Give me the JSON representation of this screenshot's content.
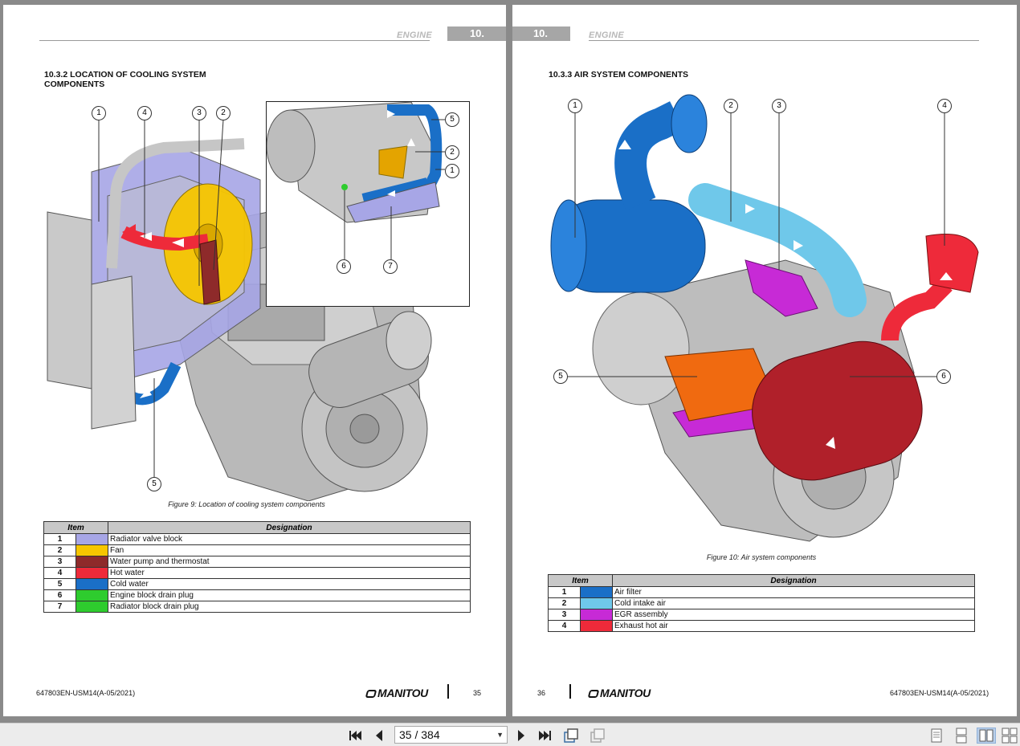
{
  "left_page": {
    "header_title": "ENGINE",
    "header_tab": "10.",
    "section_title_line1": "10.3.2 LOCATION OF COOLING SYSTEM",
    "section_title_line2": "COMPONENTS",
    "figure_caption": "Figure 9: Location of cooling system components",
    "callouts": [
      "1",
      "4",
      "3",
      "2",
      "5"
    ],
    "inset_callouts": [
      "5",
      "2",
      "1",
      "6",
      "7"
    ],
    "table": {
      "headers": [
        "Item",
        "Designation"
      ],
      "rows": [
        {
          "item": "1",
          "color": "#a7a6e6",
          "designation": "Radiator valve block"
        },
        {
          "item": "2",
          "color": "#f7c600",
          "designation": "Fan"
        },
        {
          "item": "3",
          "color": "#8e2a2a",
          "designation": "Water pump and thermostat"
        },
        {
          "item": "4",
          "color": "#ee2a3a",
          "designation": "Hot water"
        },
        {
          "item": "5",
          "color": "#1a6fc7",
          "designation": "Cold water"
        },
        {
          "item": "6",
          "color": "#2ecc2e",
          "designation": "Engine block drain plug"
        },
        {
          "item": "7",
          "color": "#2ecc2e",
          "designation": "Radiator block drain plug"
        }
      ]
    },
    "footer_doc": "647803EN-USM14(A-05/2021)",
    "footer_brand": "MANITOU",
    "footer_page": "35"
  },
  "right_page": {
    "header_title": "ENGINE",
    "header_tab": "10.",
    "section_title": "10.3.3 AIR SYSTEM COMPONENTS",
    "figure_caption": "Figure 10: Air system components",
    "callouts": [
      "1",
      "2",
      "3",
      "4",
      "5",
      "6"
    ],
    "table": {
      "headers": [
        "Item",
        "Designation"
      ],
      "rows": [
        {
          "item": "1",
          "color": "#1a6fc7",
          "designation": "Air filter"
        },
        {
          "item": "2",
          "color": "#6fc8ea",
          "designation": "Cold intake air"
        },
        {
          "item": "3",
          "color": "#c72ad6",
          "designation": "EGR assembly"
        },
        {
          "item": "4",
          "color": "#ee2a3a",
          "designation": "Exhaust hot air"
        }
      ]
    },
    "footer_page": "36",
    "footer_brand": "MANITOU",
    "footer_doc": "647803EN-USM14(A-05/2021)"
  },
  "toolbar": {
    "page_indicator": "35 / 384",
    "icons": [
      "first-page-icon",
      "previous-page-icon",
      "next-page-icon",
      "last-page-icon",
      "rotate-icon",
      "fit-icon",
      "single-page-view-icon",
      "continuous-view-icon",
      "two-page-view-icon",
      "two-page-continuous-view-icon"
    ]
  }
}
